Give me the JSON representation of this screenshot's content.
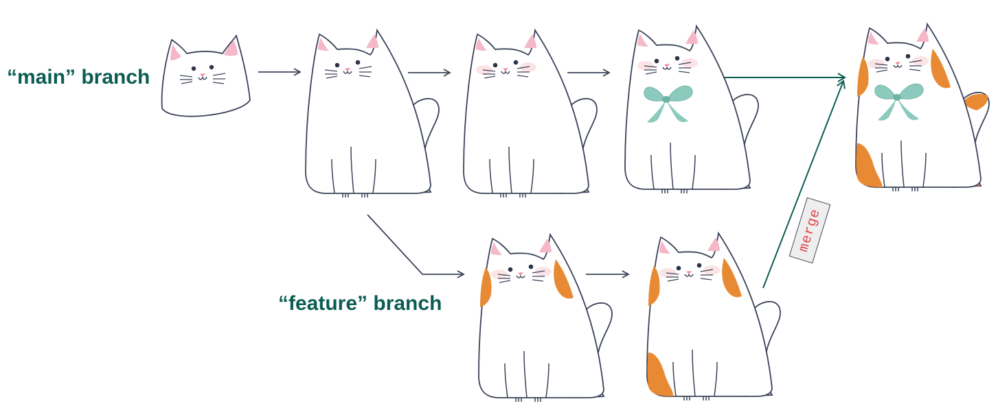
{
  "labels": {
    "main_branch": "“main” branch",
    "feature_branch": "“feature” branch",
    "merge": "merge"
  },
  "colors": {
    "label_text": "#0b5d53",
    "outline": "#3a4258",
    "ear_pink": "#f5b8c8",
    "cheek_blush": "#fbe3e6",
    "nose": "#f28ba2",
    "bow": "#8ccabd",
    "bow_dark": "#6fb3a6",
    "calico_patch": "#e88a33",
    "arrow": "#3a4258",
    "merge_arrow": "#0b5d53",
    "merge_text": "#e0474c",
    "merge_tag_bg": "#eeeeee"
  },
  "cats": [
    {
      "id": "main-1",
      "branch": "main",
      "stage": "head only",
      "tail": false,
      "body": false,
      "blush": false,
      "bow": false,
      "patches": 0
    },
    {
      "id": "main-2",
      "branch": "main",
      "stage": "full body",
      "tail": true,
      "body": true,
      "blush": false,
      "bow": false,
      "patches": 0
    },
    {
      "id": "main-3",
      "branch": "main",
      "stage": "blushing",
      "tail": true,
      "body": true,
      "blush": true,
      "bow": false,
      "patches": 0
    },
    {
      "id": "main-4",
      "branch": "main",
      "stage": "bow",
      "tail": true,
      "body": true,
      "blush": true,
      "bow": true,
      "patches": 0
    },
    {
      "id": "merged",
      "branch": "main",
      "stage": "merged",
      "tail": true,
      "body": true,
      "blush": true,
      "bow": true,
      "patches": 4
    },
    {
      "id": "feature-1",
      "branch": "feature",
      "stage": "face patches",
      "tail": true,
      "body": true,
      "blush": true,
      "bow": false,
      "patches": 2
    },
    {
      "id": "feature-2",
      "branch": "feature",
      "stage": "more patches",
      "tail": true,
      "body": true,
      "blush": true,
      "bow": false,
      "patches": 3
    }
  ]
}
